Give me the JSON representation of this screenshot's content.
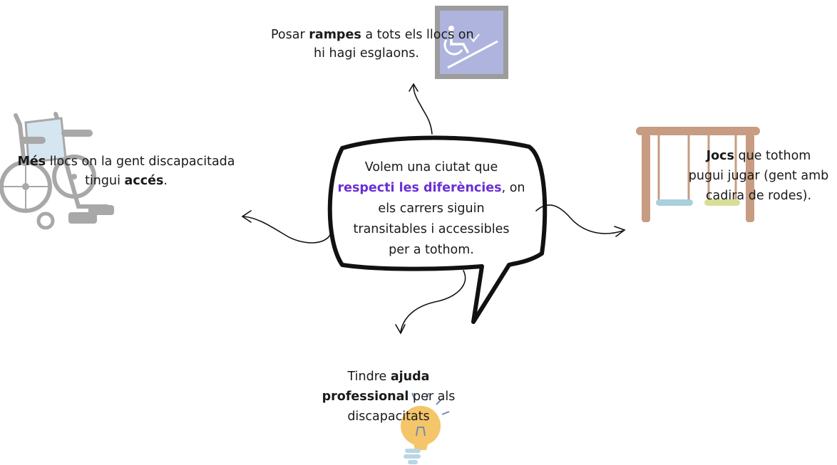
{
  "colors": {
    "accent": "#6a2fd6",
    "bubble_stroke": "#111111",
    "ramp_sign_fill": "#aeb4dd",
    "ramp_sign_border": "#9c9c9c",
    "swing_frame": "#c79c82",
    "swing_seat_blue": "#a9d0dc",
    "swing_seat_green": "#d7df96",
    "bulb_fill": "#f5c56a",
    "wheelchair_gray": "#9a9a9a",
    "wheelchair_seat": "#cfe2ee"
  },
  "center": {
    "line1": "Volem una ciutat que",
    "highlight": "respecti les diferències",
    "line2_rest": ", on",
    "line3": "els carrers siguin",
    "line4": "transitables i accessibles",
    "line5": "per a tothom."
  },
  "ramp": {
    "pre": "Posar ",
    "bold": "rampes",
    "post": " a tots els llocs on",
    "line2": "hi hagi esglaons.",
    "icon": "wheelchair-ramp-sign-icon"
  },
  "wheelchair": {
    "bold1": "Més",
    "text1": " llocs on la gent discapacitada",
    "text2": "tingui ",
    "bold2": "accés",
    "end": ".",
    "icon": "wheelchair-icon"
  },
  "swing": {
    "bold": "Jocs",
    "text1": " que tothom",
    "line2": "pugui jugar (gent amb",
    "line3": "cadira de rodes).",
    "icon": "swing-set-icon"
  },
  "help": {
    "text1": "Tindre ",
    "bold1": "ajuda",
    "bold2": "professional",
    "text2": " per als",
    "line3": "discapacitats",
    "icon": "lightbulb-icon"
  }
}
